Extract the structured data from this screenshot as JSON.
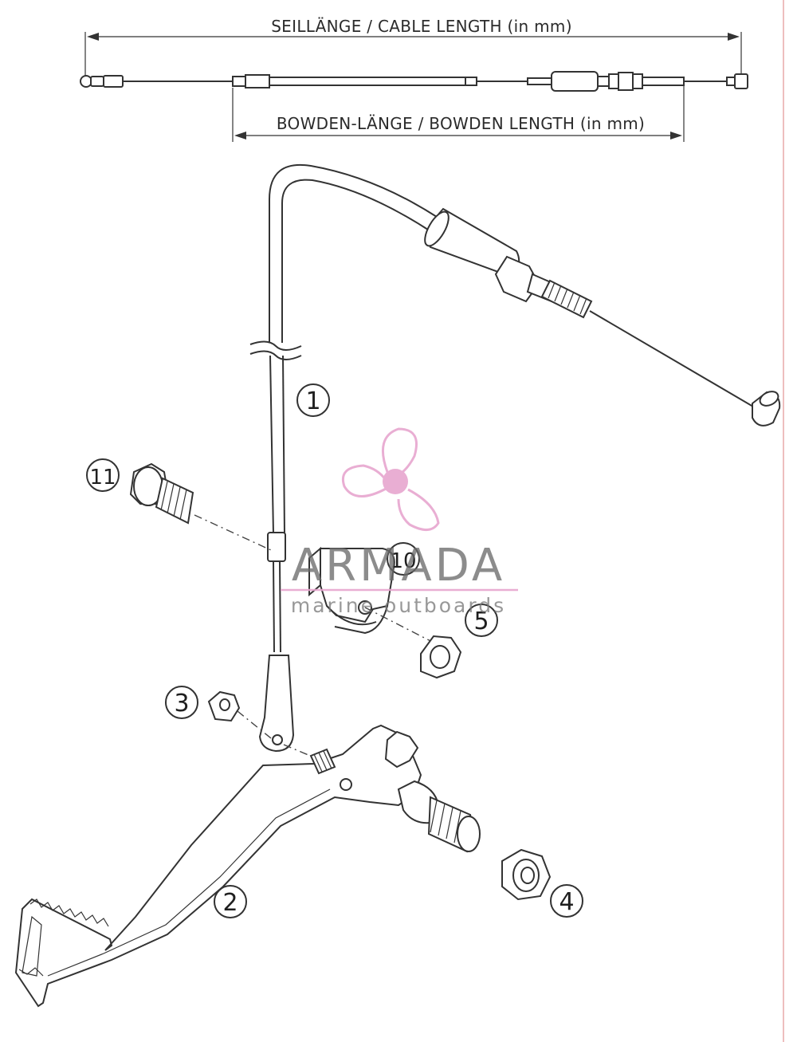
{
  "dimensions": {
    "cable_length_label": "SEILLÄNGE / CABLE LENGTH (in mm)",
    "bowden_length_label": "BOWDEN-LÄNGE / BOWDEN LENGTH (in mm)"
  },
  "callouts": {
    "part1": "1",
    "part2": "2",
    "part3": "3",
    "part4": "4",
    "part5": "5",
    "part10": "10",
    "part11": "11"
  },
  "watermark": {
    "brand": "ARMADA",
    "tagline": "marine outboards",
    "accent_color": "#e7a6cf"
  },
  "colors": {
    "line": "#333333",
    "margin_rule": "#e8a9a9"
  }
}
